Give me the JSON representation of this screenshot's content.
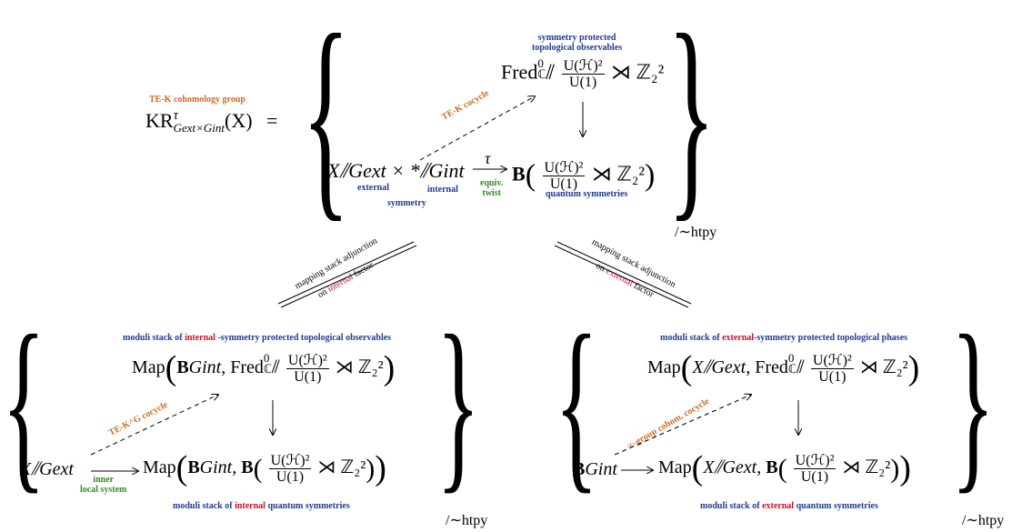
{
  "top": {
    "lhs_label": "TE-K cohomology group",
    "lhs_main": "KR",
    "lhs_sup": "τ",
    "lhs_sub": "Gext×Gint",
    "lhs_arg": "(X)",
    "equals": "=",
    "obs_label_line1": "symmetry protected",
    "obs_label_line2": "topological observables",
    "fred_main": "Fred",
    "fred_sup": "0",
    "fred_sub": "ℂ",
    "quot": "⫽",
    "frac_num": "U(ℋ)²",
    "frac_den": "U(1)",
    "semidirect": "⋊",
    "z22": "ℤ₂²",
    "cocycle_label": "TE-K cocycle",
    "down_arrow": "↓",
    "bottom_left": "X⫽Gext × *⫽Gint",
    "tau": "τ",
    "bottom_B": "B",
    "label_external": "external",
    "label_symmetry": "symmetry",
    "label_internal": "internal",
    "label_equiv": "equiv.",
    "label_twist": "twist",
    "label_quantum": "quantum symmetries",
    "htpy": "/∼htpy"
  },
  "adj_left": {
    "line1": "mapping stack adjunction",
    "line2_pre": "on ",
    "line2_key": "internal",
    "line2_post": " factor"
  },
  "adj_right": {
    "line1": "mapping stack adjunction",
    "line2_pre": "on ",
    "line2_key": "external",
    "line2_post": " factor"
  },
  "left": {
    "title_pre": "moduli stack of ",
    "title_key": "internal",
    "title_post": " -symmetry protected topological observables",
    "top_expr_pre": "Map",
    "top_expr_B": "B",
    "top_expr_arg": "Gint, ",
    "cocycle_label": "TE-K^G cocycle",
    "src": "X⫽Gext",
    "inner_line1": "inner",
    "inner_line2": "local system",
    "bottom_title_pre": "moduli stack of ",
    "bottom_title_key": "internal",
    "bottom_title_post": " quantum symmetries",
    "htpy": "/∼htpy"
  },
  "right": {
    "title_pre": "moduli stack of ",
    "title_key": "external",
    "title_post": "-symmetry protected topological phases",
    "top_expr_pre": "Map",
    "top_expr_arg": "X⫽Gext, ",
    "cocycle_label": "∞-group cohom. cocycle",
    "src_B": "B",
    "src": "Gint",
    "bottom_title_pre": "moduli stack of ",
    "bottom_title_key": "external",
    "bottom_title_post": " quantum symmetries",
    "htpy": "/∼htpy"
  }
}
